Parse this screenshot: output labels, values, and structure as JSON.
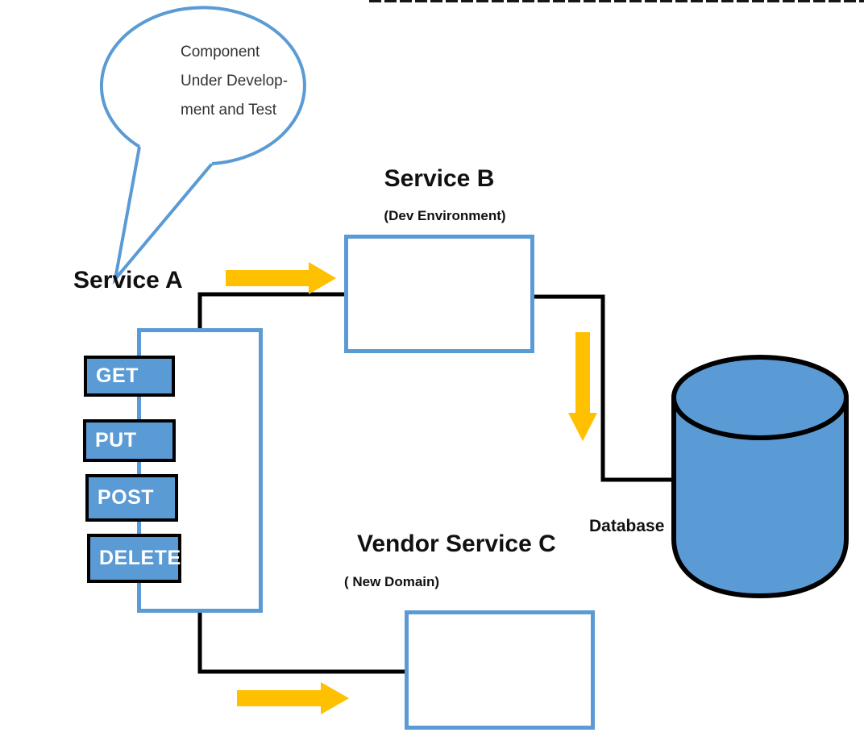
{
  "colors": {
    "accent_blue": "#5B9BD5",
    "arrow_yellow": "#FFC000",
    "connector_black": "#000000",
    "chip_text": "#ffffff"
  },
  "callout": {
    "line1": "Component",
    "line2": "Under Develop-",
    "line3": "ment and Test"
  },
  "services": {
    "a": {
      "title": "Service A",
      "methods": [
        "GET",
        "PUT",
        "POST",
        "DELETE"
      ]
    },
    "b": {
      "title": "Service B",
      "subtitle": "(Dev Environment)"
    },
    "c": {
      "title": "Vendor Service C",
      "subtitle": "( New Domain)"
    }
  },
  "database": {
    "label": "Database"
  }
}
